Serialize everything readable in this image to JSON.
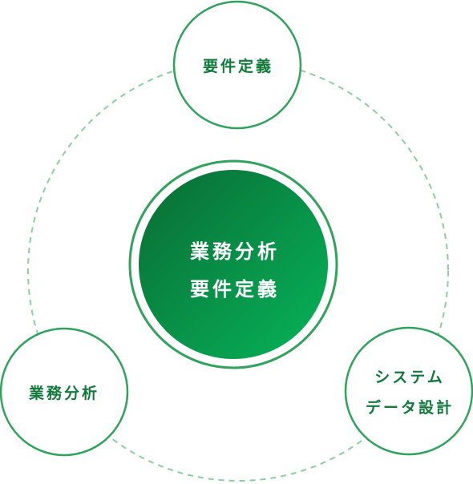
{
  "center": {
    "line1": "業務分析",
    "line2": "要件定義"
  },
  "nodes": {
    "top": {
      "label": "要件定義"
    },
    "left": {
      "label": "業務分析"
    },
    "right": {
      "line1": "システム",
      "line2": "データ設計"
    }
  },
  "colors": {
    "primary": "#0f7a3a",
    "ring": "#2fa35c",
    "dashed_ring": "#8ccf9f",
    "gradient_start": "#0a6b34",
    "gradient_end": "#06b45a",
    "background": "#ffffff"
  }
}
